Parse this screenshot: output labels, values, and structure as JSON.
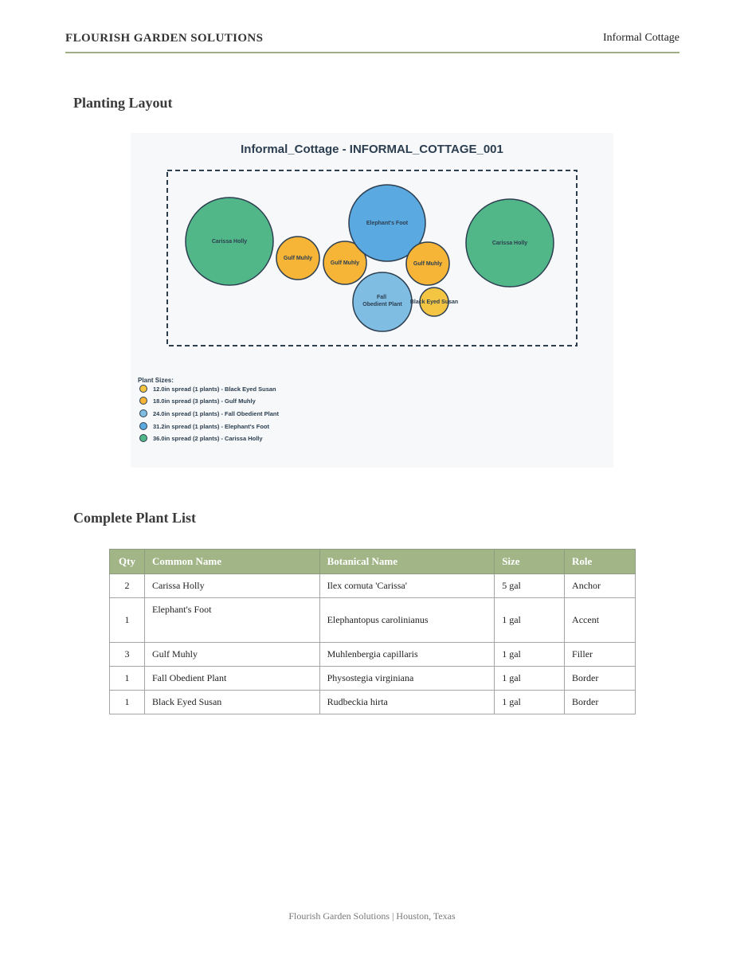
{
  "header": {
    "brand": "FLOURISH GARDEN SOLUTIONS",
    "doc_type": "Informal Cottage"
  },
  "sections": {
    "layout_title": "Planting Layout",
    "plant_list_title": "Complete Plant List"
  },
  "figure": {
    "title": "Informal_Cottage - INFORMAL_COTTAGE_001",
    "colors": {
      "background": "#f6f8f9",
      "bed_border": "#2c3e50",
      "green": "#52b788",
      "orange": "#f7b538",
      "light_blue": "#7fbde2",
      "blue": "#5aa9e0",
      "yellow": "#f4c542"
    },
    "plants": [
      {
        "label": "Carissa Holly",
        "spread_in": 36.0,
        "color": "#52b788"
      },
      {
        "label": "Gulf Muhly",
        "spread_in": 18.0,
        "color": "#f7b538"
      },
      {
        "label": "Gulf Muhly",
        "spread_in": 18.0,
        "color": "#f7b538"
      },
      {
        "label": "Elephant's Foot",
        "spread_in": 31.2,
        "color": "#5aa9e0"
      },
      {
        "label": "Gulf Muhly",
        "spread_in": 18.0,
        "color": "#f7b538"
      },
      {
        "label": "Carissa Holly",
        "spread_in": 36.0,
        "color": "#52b788"
      },
      {
        "label": "Fall\nObedient Plant",
        "spread_in": 24.0,
        "color": "#7fbde2"
      },
      {
        "label": "Black Eyed Susan",
        "spread_in": 12.0,
        "color": "#f4c542"
      }
    ],
    "legend": {
      "title": "Plant Sizes:",
      "items": [
        {
          "text": "12.0in spread (1 plants) - Black Eyed Susan",
          "color": "#f4c542"
        },
        {
          "text": "18.0in spread (3 plants) - Gulf Muhly",
          "color": "#f7b538"
        },
        {
          "text": "24.0in spread (1 plants) - Fall Obedient Plant",
          "color": "#7fbde2"
        },
        {
          "text": "31.2in spread (1 plants) - Elephant's Foot",
          "color": "#5aa9e0"
        },
        {
          "text": "36.0in spread (2 plants) - Carissa Holly",
          "color": "#52b788"
        }
      ]
    }
  },
  "table": {
    "headers": [
      "Qty",
      "Common Name",
      "Botanical Name",
      "Size",
      "Role"
    ],
    "rows": [
      {
        "qty": "2",
        "common": "Carissa Holly",
        "botanical": "Ilex cornuta 'Carissa'",
        "size": "5 gal",
        "role": "Anchor"
      },
      {
        "qty": "1",
        "common": "Elephant's Foot",
        "botanical": "Elephantopus carolinianus",
        "size": "1 gal",
        "role": "Accent"
      },
      {
        "qty": "3",
        "common": "Gulf Muhly",
        "botanical": "Muhlenbergia capillaris",
        "size": "1 gal",
        "role": "Filler"
      },
      {
        "qty": "1",
        "common": "Fall Obedient Plant",
        "botanical": "Physostegia virginiana",
        "size": "1 gal",
        "role": "Border"
      },
      {
        "qty": "1",
        "common": "Black Eyed Susan",
        "botanical": "Rudbeckia hirta",
        "size": "1 gal",
        "role": "Border"
      }
    ]
  },
  "footer": {
    "text": "Flourish Garden Solutions | Houston, Texas"
  }
}
